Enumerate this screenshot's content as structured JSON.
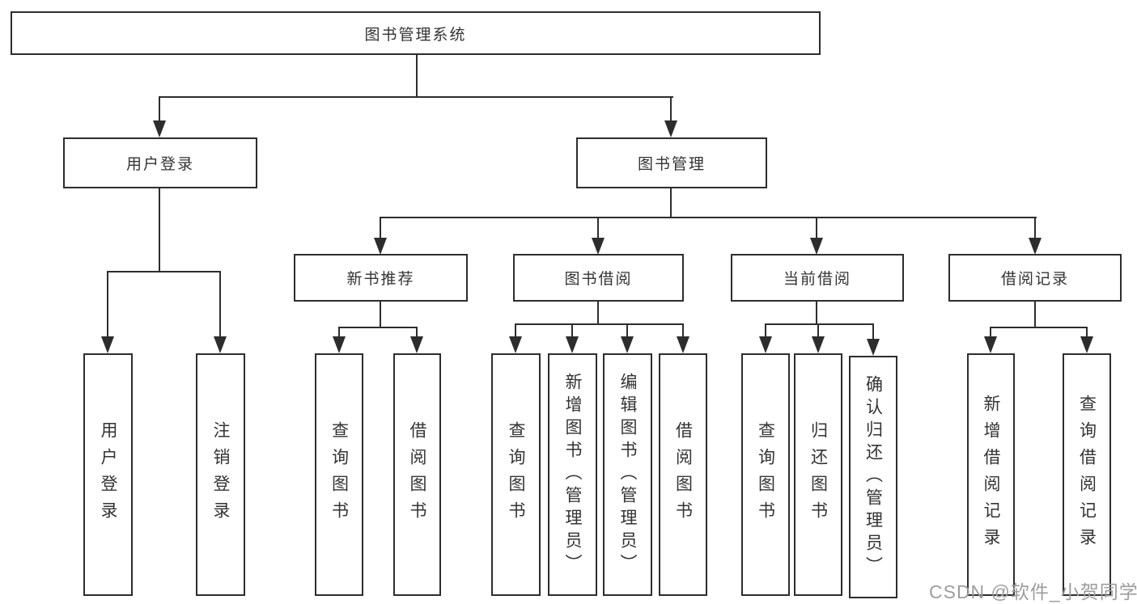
{
  "tree": {
    "label": "图书管理系统",
    "children": [
      {
        "label": "用户登录",
        "children": [
          {
            "label": "用户登录"
          },
          {
            "label": "注销登录"
          }
        ]
      },
      {
        "label": "图书管理",
        "children": [
          {
            "label": "新书推荐",
            "children": [
              {
                "label": "查询图书"
              },
              {
                "label": "借阅图书"
              }
            ]
          },
          {
            "label": "图书借阅",
            "children": [
              {
                "label": "查询图书"
              },
              {
                "label": "新增图书（管理员）"
              },
              {
                "label": "编辑图书（管理员）"
              },
              {
                "label": "借阅图书"
              }
            ]
          },
          {
            "label": "当前借阅",
            "children": [
              {
                "label": "查询图书"
              },
              {
                "label": "归还图书"
              },
              {
                "label": "确认归还（管理员）"
              }
            ]
          },
          {
            "label": "借阅记录",
            "children": [
              {
                "label": "新增借阅记录"
              },
              {
                "label": "查询借阅记录"
              }
            ]
          }
        ]
      }
    ]
  },
  "watermark": {
    "text": "CSDN @软件_小贺同学"
  },
  "colors": {
    "line": "#2d2d2d",
    "text": "#333333",
    "background": "#ffffff",
    "watermark": "#9d9d9d"
  }
}
